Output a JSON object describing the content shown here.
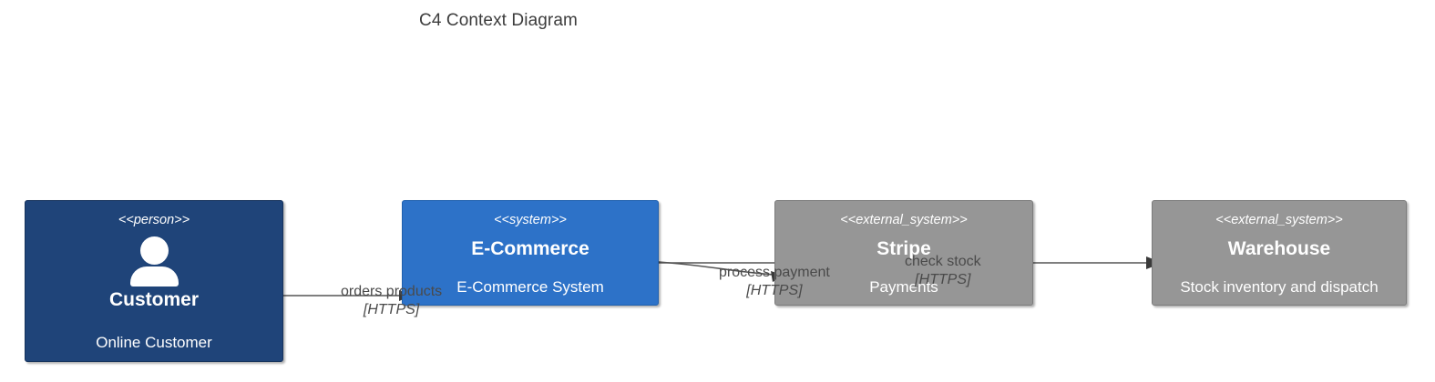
{
  "diagram": {
    "title": "C4 Context Diagram",
    "type": "c4-context-diagram"
  },
  "colors": {
    "person": "#1f4479",
    "system": "#2d72c8",
    "external_system": "#969696",
    "edge": "#555555",
    "title_text": "#3c3c3c",
    "node_text": "#ffffff",
    "label_text": "#4a4a4a"
  },
  "nodes": [
    {
      "id": "customer",
      "stereotype": "<<person>>",
      "name": "Customer",
      "description": "Online Customer",
      "icon": "person-icon",
      "color": "#1f4479"
    },
    {
      "id": "ecommerce",
      "stereotype": "<<system>>",
      "name": "E-Commerce",
      "description": "E-Commerce System",
      "color": "#2d72c8"
    },
    {
      "id": "stripe",
      "stereotype": "<<external_system>>",
      "name": "Stripe",
      "description": "Payments",
      "color": "#969696"
    },
    {
      "id": "warehouse",
      "stereotype": "<<external_system>>",
      "name": "Warehouse",
      "description": "Stock inventory and dispatch",
      "color": "#969696"
    }
  ],
  "edges": [
    {
      "id": "orders",
      "from": "customer",
      "to": "ecommerce",
      "label": "orders products",
      "protocol": "[HTTPS]"
    },
    {
      "id": "payment",
      "from": "ecommerce",
      "to": "stripe",
      "label": "process payment",
      "protocol": "[HTTPS]"
    },
    {
      "id": "stock",
      "from": "ecommerce",
      "to": "warehouse",
      "label": "check stock",
      "protocol": "[HTTPS]"
    }
  ]
}
